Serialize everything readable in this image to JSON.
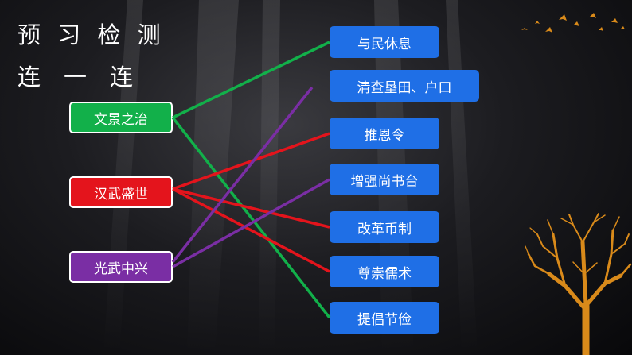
{
  "title": {
    "line1": "预 习 检 测",
    "line2": "连　一　连"
  },
  "left_items": [
    {
      "label": "文景之治",
      "color": "#12b04a"
    },
    {
      "label": "汉武盛世",
      "color": "#e4141c"
    },
    {
      "label": "光武中兴",
      "color": "#7a2ea4"
    }
  ],
  "right_items": [
    {
      "label": "与民休息"
    },
    {
      "label": "清查垦田、户口"
    },
    {
      "label": "推恩令"
    },
    {
      "label": "增强尚书台"
    },
    {
      "label": "改革币制"
    },
    {
      "label": "尊崇儒术"
    },
    {
      "label": "提倡节俭"
    }
  ],
  "connections": [
    {
      "from": "文景之治",
      "to": "与民休息",
      "color": "#12b04a"
    },
    {
      "from": "文景之治",
      "to": "提倡节俭",
      "color": "#12b04a"
    },
    {
      "from": "汉武盛世",
      "to": "推恩令",
      "color": "#e4141c"
    },
    {
      "from": "汉武盛世",
      "to": "改革币制",
      "color": "#e4141c"
    },
    {
      "from": "汉武盛世",
      "to": "尊崇儒术",
      "color": "#e4141c"
    },
    {
      "from": "光武中兴",
      "to": "清查垦田、户口",
      "color": "#7a2ea4"
    },
    {
      "from": "光武中兴",
      "to": "增强尚书台",
      "color": "#7a2ea4"
    }
  ],
  "colors": {
    "right_box": "#1f6fe6",
    "background": "#1c1c20",
    "tree": "#d98a1a"
  },
  "decorations": {
    "birds": "flying-birds-icon",
    "tree": "golden-tree-icon"
  }
}
